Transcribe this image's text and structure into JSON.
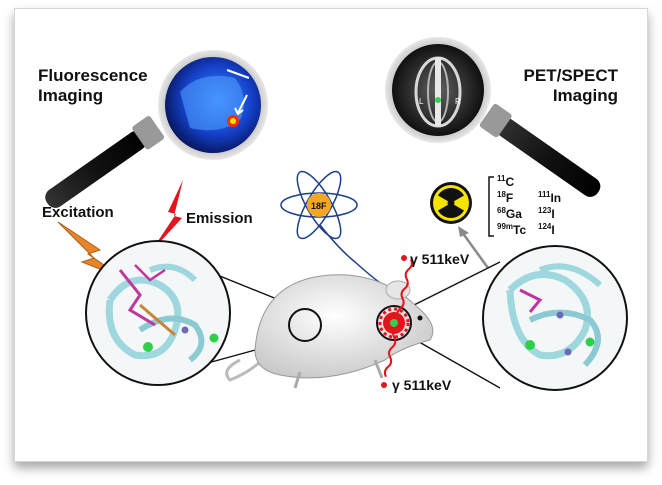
{
  "labels": {
    "fluorescence_line1": "Fluorescence",
    "fluorescence_line2": "Imaging",
    "pet_line1": "PET/SPECT",
    "pet_line2": "Imaging",
    "excitation": "Excitation",
    "emission": "Emission",
    "gamma_top": "γ 511keV",
    "gamma_bottom": "γ 511keV",
    "atom_label": "18F"
  },
  "isotopes": [
    {
      "mass": "11",
      "sym": "C"
    },
    {
      "mass": "18",
      "sym": "F"
    },
    {
      "mass": "111",
      "sym": "In"
    },
    {
      "mass": "68",
      "sym": "Ga"
    },
    {
      "mass": "123",
      "sym": "I"
    },
    {
      "mass": "99m",
      "sym": "Tc"
    },
    {
      "mass": "124",
      "sym": "I"
    }
  ],
  "ct_markers": {
    "left": "L",
    "right": "R"
  },
  "colors": {
    "fluor_bg": "#1a4fd6",
    "hot_spot": "#ff2a00",
    "radiation": "#f5e400",
    "lightning_orange": "#e8842a",
    "lightning_red": "#e3141b",
    "protein": "#9fd7de",
    "ligand_magenta": "#c0359e"
  }
}
